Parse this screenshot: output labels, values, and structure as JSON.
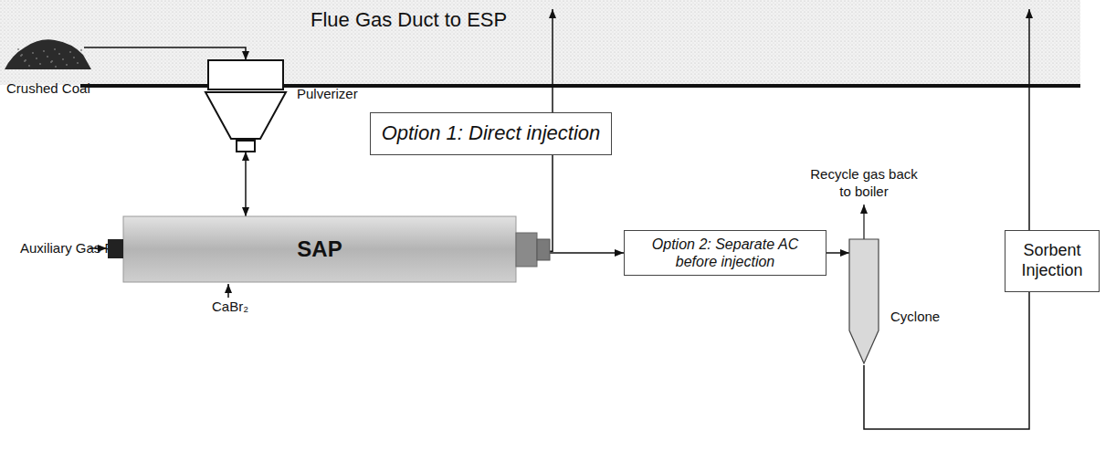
{
  "diagram": {
    "nodes": [
      {
        "text": [
          "Flue Gas Duct to ESP"
        ]
      },
      {
        "text": [
          "Crushed Coal"
        ]
      },
      {
        "text": [
          "Pulverizer"
        ]
      },
      {
        "text": [
          "Option 1: Direct injection"
        ]
      },
      {
        "text": [
          "SAP"
        ]
      },
      {
        "text": [
          "Option 2: Separate AC before injection"
        ]
      },
      {
        "text": [
          "Cyclone"
        ]
      },
      {
        "text": [
          "Sorbent Injection"
        ]
      }
    ],
    "edges": [
      {
        "from": 1,
        "to": 2,
        "arrow": "to"
      },
      {
        "from": 2,
        "to": 4,
        "arrow": "both"
      },
      {
        "from": 4,
        "to": 3,
        "arrow": "none"
      },
      {
        "from": 3,
        "to": 0,
        "arrow": "to"
      },
      {
        "from": 4,
        "to": 5,
        "arrow": "to"
      },
      {
        "from": 5,
        "to": 6,
        "arrow": "to"
      },
      {
        "from": 6,
        "to": 7,
        "arrow": "none"
      },
      {
        "from": 7,
        "to": 0,
        "arrow": "to"
      }
    ],
    "labels": [
      "Auxiliary Gas Firing",
      "CaBr₂",
      "Recycle gas back to boiler"
    ]
  }
}
